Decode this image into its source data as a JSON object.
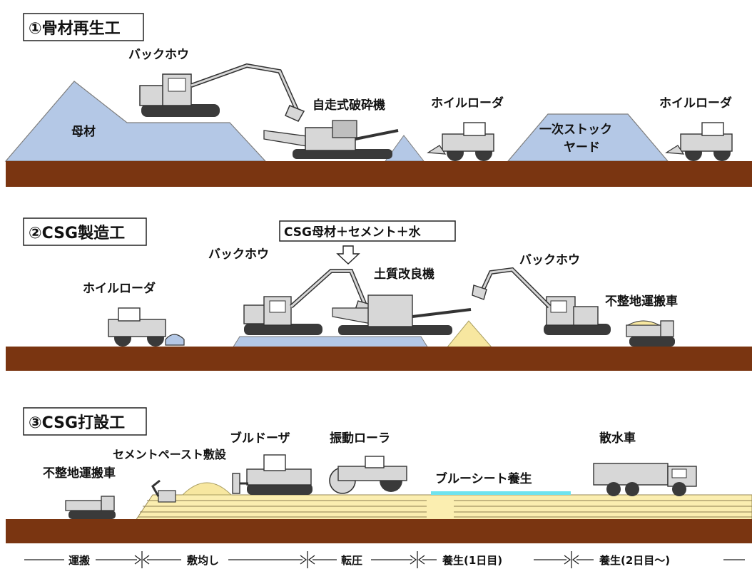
{
  "colors": {
    "ground": "#7a3511",
    "pile_blue": "#b4c8e6",
    "pile_yellow": "#f7e7a0",
    "layer_yellow": "#fbeeb0",
    "sheet_cyan": "#6fe3ee",
    "machine_gray": "#d7d7d7",
    "machine_dark": "#3a3a3a"
  },
  "sections": [
    {
      "title": "①骨材再生工",
      "labels": {
        "backhoe": "バックホウ",
        "mother_material": "母材",
        "crusher": "自走式破砕機",
        "wheel_loader_1": "ホイルローダ",
        "stockyard_line1": "一次ストック",
        "stockyard_line2": "ヤード",
        "wheel_loader_2": "ホイルローダ"
      },
      "icons": [
        "backhoe-icon",
        "crusher-icon",
        "wheel-loader-icon",
        "wheel-loader-icon"
      ]
    },
    {
      "title": "②CSG製造工",
      "mix_box": "CSG母材＋セメント＋水",
      "labels": {
        "wheel_loader": "ホイルローダ",
        "backhoe_1": "バックホウ",
        "soil_improver": "土質改良機",
        "backhoe_2": "バックホウ",
        "rough_terrain_carrier": "不整地運搬車"
      },
      "icons": [
        "down-arrow-icon",
        "wheel-loader-icon",
        "backhoe-icon",
        "soil-improver-icon",
        "backhoe-icon",
        "crawler-carrier-icon"
      ]
    },
    {
      "title": "③CSG打設工",
      "labels": {
        "rough_terrain_carrier": "不整地運搬車",
        "cement_paste": "セメントペースト敷設",
        "bulldozer": "ブルドーザ",
        "vibratory_roller": "振動ローラ",
        "blue_sheet": "ブルーシート養生",
        "water_truck": "散水車"
      },
      "icons": [
        "crawler-carrier-icon",
        "small-excavator-icon",
        "bulldozer-icon",
        "vibratory-roller-icon",
        "water-truck-icon"
      ]
    }
  ],
  "phases": [
    "運搬",
    "敷均し",
    "転圧",
    "養生(1日目)",
    "養生(2日目〜)"
  ]
}
